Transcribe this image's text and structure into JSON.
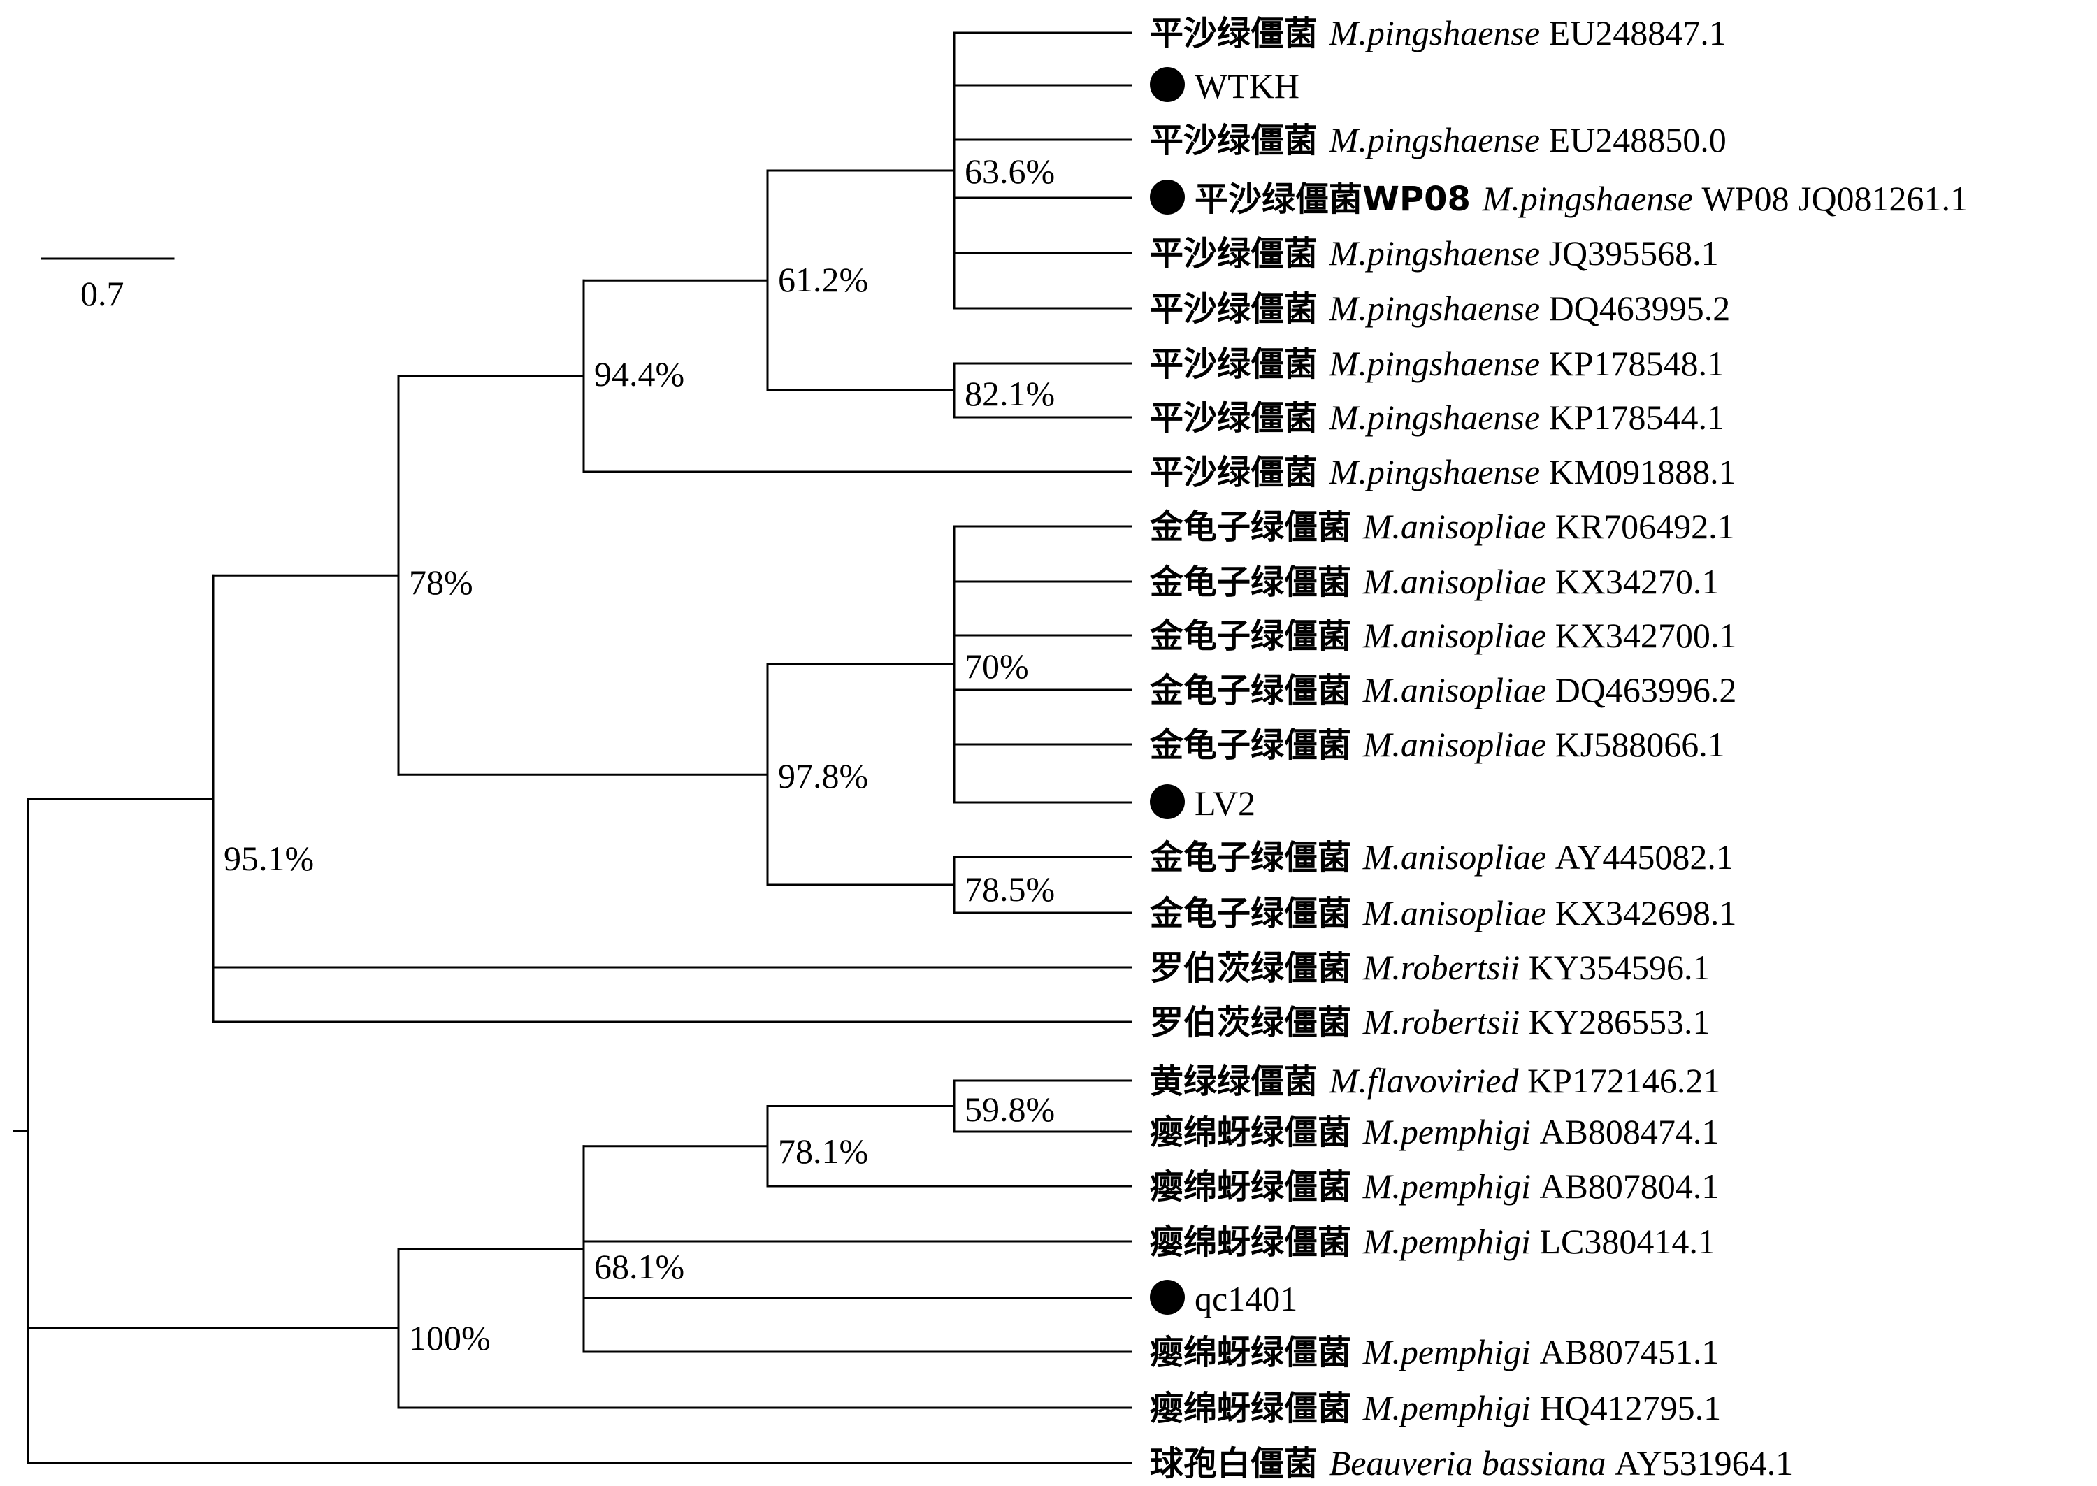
{
  "scale_bar": {
    "label": "0.7"
  },
  "taxa": [
    {
      "id": "t1",
      "marker": false,
      "cn": "平沙绿僵菌",
      "sci": "M.pingshaense",
      "acc": "EU248847.1"
    },
    {
      "id": "t2",
      "marker": true,
      "cn": "",
      "sci": "",
      "acc": "WTKH"
    },
    {
      "id": "t3",
      "marker": false,
      "cn": "平沙绿僵菌",
      "sci": "M.pingshaense",
      "acc": "EU248850.0"
    },
    {
      "id": "t4",
      "marker": true,
      "cn": "平沙绿僵菌WP08",
      "sci": "M.pingshaense",
      "acc": "WP08 JQ081261.1"
    },
    {
      "id": "t5",
      "marker": false,
      "cn": "平沙绿僵菌",
      "sci": "M.pingshaense",
      "acc": "JQ395568.1"
    },
    {
      "id": "t6",
      "marker": false,
      "cn": "平沙绿僵菌",
      "sci": "M.pingshaense",
      "acc": "DQ463995.2"
    },
    {
      "id": "t7",
      "marker": false,
      "cn": "平沙绿僵菌",
      "sci": "M.pingshaense",
      "acc": "KP178548.1"
    },
    {
      "id": "t8",
      "marker": false,
      "cn": "平沙绿僵菌",
      "sci": "M.pingshaense",
      "acc": "KP178544.1"
    },
    {
      "id": "t9",
      "marker": false,
      "cn": "平沙绿僵菌",
      "sci": "M.pingshaense",
      "acc": "KM091888.1"
    },
    {
      "id": "t10",
      "marker": false,
      "cn": "金龟子绿僵菌",
      "sci": "M.anisopliae",
      "acc": "KR706492.1"
    },
    {
      "id": "t11",
      "marker": false,
      "cn": "金龟子绿僵菌",
      "sci": "M.anisopliae",
      "acc": "KX34270.1"
    },
    {
      "id": "t12",
      "marker": false,
      "cn": "金龟子绿僵菌",
      "sci": "M.anisopliae",
      "acc": "KX342700.1"
    },
    {
      "id": "t13",
      "marker": false,
      "cn": "金龟子绿僵菌",
      "sci": "M.anisopliae",
      "acc": "DQ463996.2"
    },
    {
      "id": "t14",
      "marker": false,
      "cn": "金龟子绿僵菌",
      "sci": "M.anisopliae",
      "acc": "KJ588066.1"
    },
    {
      "id": "t15",
      "marker": true,
      "cn": "",
      "sci": "",
      "acc": "LV2"
    },
    {
      "id": "t16",
      "marker": false,
      "cn": "金龟子绿僵菌",
      "sci": "M.anisopliae",
      "acc": "AY445082.1"
    },
    {
      "id": "t17",
      "marker": false,
      "cn": "金龟子绿僵菌",
      "sci": "M.anisopliae",
      "acc": "KX342698.1"
    },
    {
      "id": "t18",
      "marker": false,
      "cn": "罗伯茨绿僵菌",
      "sci": "M.robertsii",
      "acc": "KY354596.1"
    },
    {
      "id": "t19",
      "marker": false,
      "cn": "罗伯茨绿僵菌",
      "sci": "M.robertsii",
      "acc": "KY286553.1"
    },
    {
      "id": "t20",
      "marker": false,
      "cn": "黄绿绿僵菌",
      "sci": "M.flavoviried",
      "acc": "KP172146.21"
    },
    {
      "id": "t21",
      "marker": false,
      "cn": "瘿绵蚜绿僵菌",
      "sci": "M.pemphigi",
      "acc": "AB808474.1"
    },
    {
      "id": "t22",
      "marker": false,
      "cn": "瘿绵蚜绿僵菌",
      "sci": "M.pemphigi",
      "acc": "AB807804.1"
    },
    {
      "id": "t23",
      "marker": false,
      "cn": "瘿绵蚜绿僵菌",
      "sci": "M.pemphigi",
      "acc": "LC380414.1"
    },
    {
      "id": "t24",
      "marker": true,
      "cn": "",
      "sci": "",
      "acc": "qc1401"
    },
    {
      "id": "t25",
      "marker": false,
      "cn": "瘿绵蚜绿僵菌",
      "sci": "M.pemphigi",
      "acc": "AB807451.1"
    },
    {
      "id": "t26",
      "marker": false,
      "cn": "瘿绵蚜绿僵菌",
      "sci": "M.pemphigi",
      "acc": "HQ412795.1"
    },
    {
      "id": "t27",
      "marker": false,
      "cn": "球孢白僵菌",
      "sci": "Beauveria bassiana",
      "acc": "AY531964.1"
    }
  ],
  "clades": [
    {
      "id": "n_root",
      "children": [
        "n_metar",
        "n_pemph_outer",
        "t27"
      ],
      "support": ""
    },
    {
      "id": "n_metar",
      "children": [
        "n_78",
        "t18",
        "t19"
      ],
      "support": "95.1%"
    },
    {
      "id": "n_78",
      "children": [
        "n_944",
        "n_978"
      ],
      "support": "78%"
    },
    {
      "id": "n_944",
      "children": [
        "n_612",
        "t9"
      ],
      "support": "94.4%"
    },
    {
      "id": "n_612",
      "children": [
        "n_636",
        "n_821"
      ],
      "support": "61.2%"
    },
    {
      "id": "n_636",
      "children": [
        "t1",
        "t2",
        "t3",
        "t4",
        "t5",
        "t6"
      ],
      "support": "63.6%"
    },
    {
      "id": "n_821",
      "children": [
        "t7",
        "t8"
      ],
      "support": "82.1%"
    },
    {
      "id": "n_978",
      "children": [
        "n_70",
        "n_785"
      ],
      "support": "97.8%"
    },
    {
      "id": "n_70",
      "children": [
        "t10",
        "t11",
        "t12",
        "t13",
        "t14",
        "t15"
      ],
      "support": "70%"
    },
    {
      "id": "n_785",
      "children": [
        "t16",
        "t17"
      ],
      "support": "78.5%"
    },
    {
      "id": "n_pemph_outer",
      "children": [
        "n_681",
        "t26"
      ],
      "support": "100%"
    },
    {
      "id": "n_681",
      "children": [
        "n_781",
        "t23",
        "t24",
        "t25"
      ],
      "support": "68.1%"
    },
    {
      "id": "n_781",
      "children": [
        "n_598",
        "t22"
      ],
      "support": "78.1%"
    },
    {
      "id": "n_598",
      "children": [
        "t20",
        "t21"
      ],
      "support": "59.8%"
    }
  ]
}
